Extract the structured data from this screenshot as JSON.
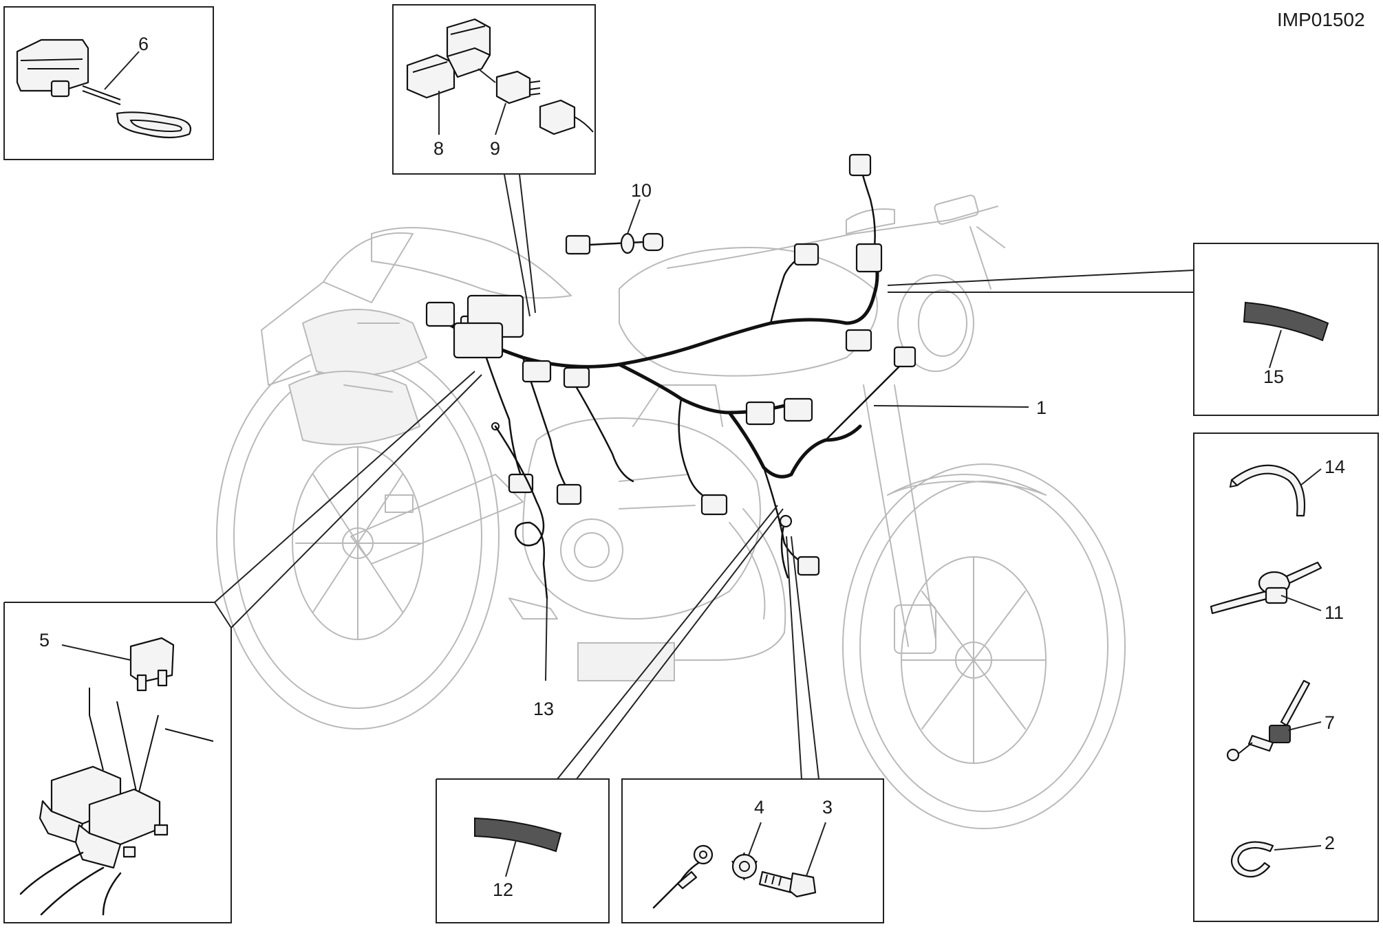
{
  "figure": {
    "reference_code": "IMP01502"
  },
  "callouts": {
    "c1": "1",
    "c2": "2",
    "c3": "3",
    "c4": "4",
    "c5": "5",
    "c6": "6",
    "c7": "7",
    "c8": "8",
    "c9": "9",
    "c10": "10",
    "c11": "11",
    "c12": "12",
    "c13": "13",
    "c14": "14",
    "c15": "15"
  },
  "colors": {
    "line": "#111111",
    "motorcycle_outline": "#b9b9b9",
    "background": "#ffffff"
  }
}
